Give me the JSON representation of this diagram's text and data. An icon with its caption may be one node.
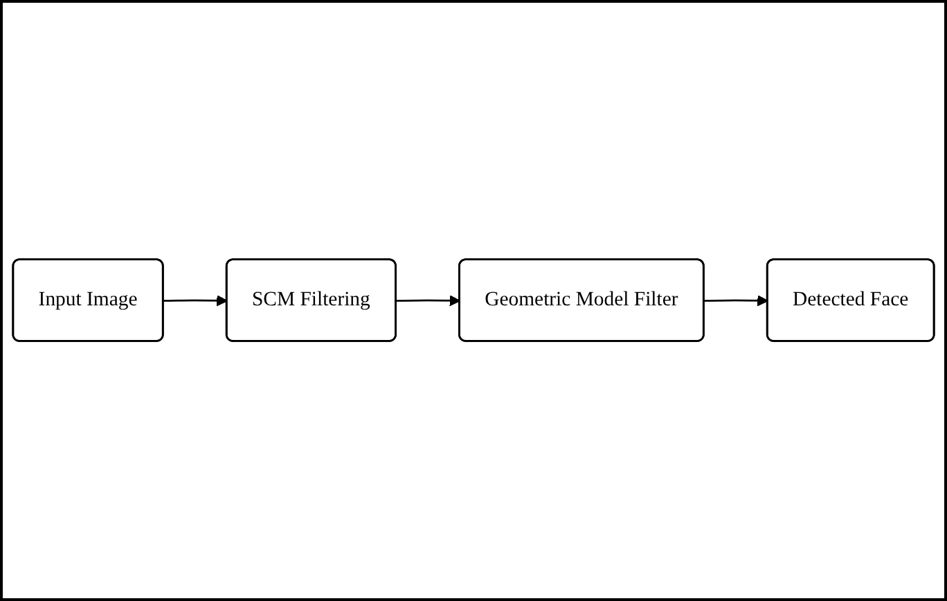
{
  "diagram": {
    "nodes": [
      {
        "text": [
          "Input Image"
        ]
      },
      {
        "text": [
          "SCM Filtering"
        ]
      },
      {
        "text": [
          "Geometric Model Filter"
        ]
      },
      {
        "text": [
          "Detected Face"
        ]
      }
    ],
    "edges": [
      {
        "from": 0,
        "to": 1,
        "arrow": "to"
      },
      {
        "from": 1,
        "to": 2,
        "arrow": "to"
      },
      {
        "from": 2,
        "to": 3,
        "arrow": "to"
      }
    ]
  }
}
